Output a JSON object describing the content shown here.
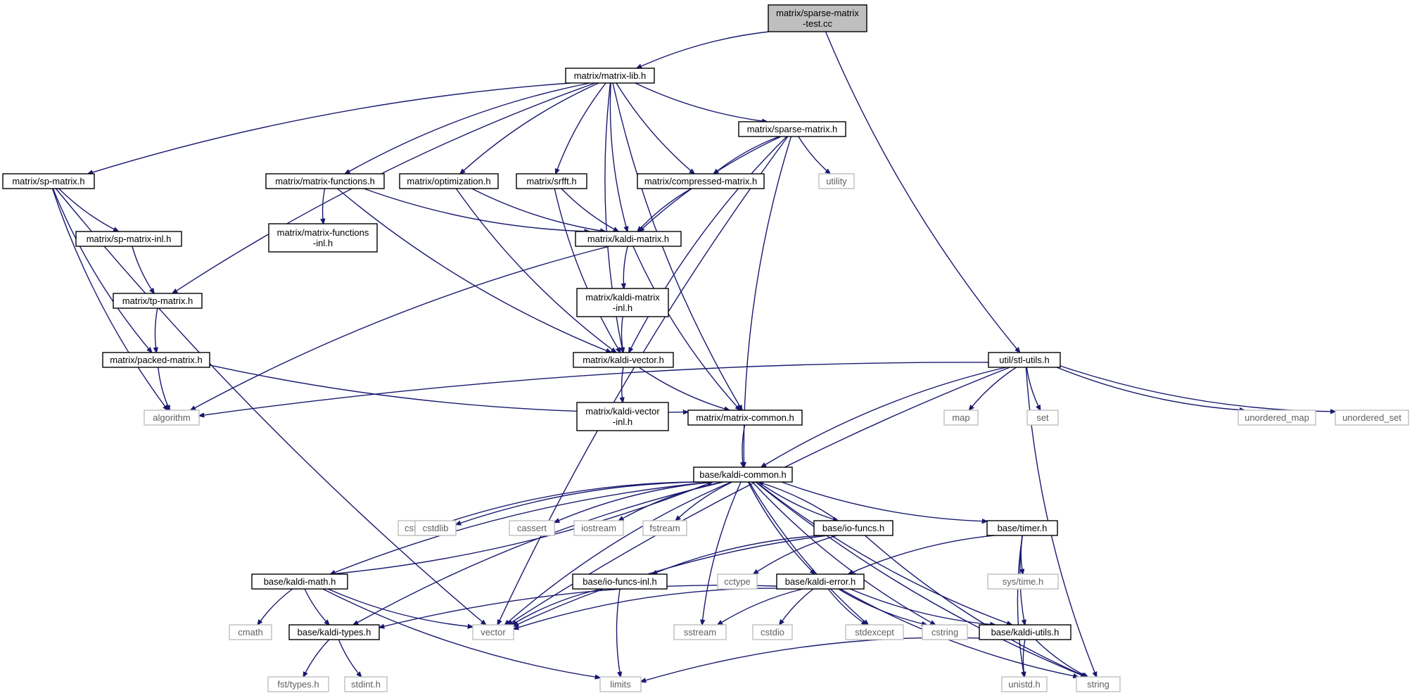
{
  "graph": {
    "colors": {
      "edge": "#191970",
      "root_fill": "#bfbfbf",
      "project_border": "#000000",
      "system_border": "#bfbfbf"
    },
    "nodes": [
      {
        "id": "root",
        "kind": "root",
        "lines": [
          "matrix/sparse-matrix",
          "-test.cc"
        ]
      },
      {
        "id": "matrix_lib",
        "kind": "proj",
        "lines": [
          "matrix/matrix-lib.h"
        ]
      },
      {
        "id": "sparse_matrix",
        "kind": "proj",
        "lines": [
          "matrix/sparse-matrix.h"
        ]
      },
      {
        "id": "sp_matrix",
        "kind": "proj",
        "lines": [
          "matrix/sp-matrix.h"
        ]
      },
      {
        "id": "matrix_functions",
        "kind": "proj",
        "lines": [
          "matrix/matrix-functions.h"
        ]
      },
      {
        "id": "optimization",
        "kind": "proj",
        "lines": [
          "matrix/optimization.h"
        ]
      },
      {
        "id": "srfft",
        "kind": "proj",
        "lines": [
          "matrix/srfft.h"
        ]
      },
      {
        "id": "compressed_matrix",
        "kind": "proj",
        "lines": [
          "matrix/compressed-matrix.h"
        ]
      },
      {
        "id": "utility",
        "kind": "std",
        "lines": [
          "utility"
        ]
      },
      {
        "id": "sp_matrix_inl",
        "kind": "proj",
        "lines": [
          "matrix/sp-matrix-inl.h"
        ]
      },
      {
        "id": "matrix_functions_inl",
        "kind": "proj",
        "lines": [
          "matrix/matrix-functions",
          "-inl.h"
        ]
      },
      {
        "id": "kaldi_matrix",
        "kind": "proj",
        "lines": [
          "matrix/kaldi-matrix.h"
        ]
      },
      {
        "id": "tp_matrix",
        "kind": "proj",
        "lines": [
          "matrix/tp-matrix.h"
        ]
      },
      {
        "id": "kaldi_matrix_inl",
        "kind": "proj",
        "lines": [
          "matrix/kaldi-matrix",
          "-inl.h"
        ]
      },
      {
        "id": "packed_matrix",
        "kind": "proj",
        "lines": [
          "matrix/packed-matrix.h"
        ]
      },
      {
        "id": "kaldi_vector",
        "kind": "proj",
        "lines": [
          "matrix/kaldi-vector.h"
        ]
      },
      {
        "id": "stl_utils",
        "kind": "proj",
        "lines": [
          "util/stl-utils.h"
        ]
      },
      {
        "id": "algorithm",
        "kind": "std",
        "lines": [
          "algorithm"
        ]
      },
      {
        "id": "kaldi_vector_inl",
        "kind": "proj",
        "lines": [
          "matrix/kaldi-vector",
          "-inl.h"
        ]
      },
      {
        "id": "matrix_common",
        "kind": "proj",
        "lines": [
          "matrix/matrix-common.h"
        ]
      },
      {
        "id": "map",
        "kind": "std",
        "lines": [
          "map"
        ]
      },
      {
        "id": "set",
        "kind": "std",
        "lines": [
          "set"
        ]
      },
      {
        "id": "unordered_map",
        "kind": "std",
        "lines": [
          "unordered_map"
        ]
      },
      {
        "id": "unordered_set",
        "kind": "std",
        "lines": [
          "unordered_set"
        ]
      },
      {
        "id": "kaldi_common",
        "kind": "proj",
        "lines": [
          "base/kaldi-common.h"
        ]
      },
      {
        "id": "cstddef",
        "kind": "std",
        "lines": [
          "cstddef"
        ]
      },
      {
        "id": "cstdlib",
        "kind": "std",
        "lines": [
          "cstdlib"
        ]
      },
      {
        "id": "cassert",
        "kind": "std",
        "lines": [
          "cassert"
        ]
      },
      {
        "id": "iostream",
        "kind": "std",
        "lines": [
          "iostream"
        ]
      },
      {
        "id": "fstream",
        "kind": "std",
        "lines": [
          "fstream"
        ]
      },
      {
        "id": "io_funcs",
        "kind": "proj",
        "lines": [
          "base/io-funcs.h"
        ]
      },
      {
        "id": "timer",
        "kind": "proj",
        "lines": [
          "base/timer.h"
        ]
      },
      {
        "id": "kaldi_math",
        "kind": "proj",
        "lines": [
          "base/kaldi-math.h"
        ]
      },
      {
        "id": "io_funcs_inl",
        "kind": "proj",
        "lines": [
          "base/io-funcs-inl.h"
        ]
      },
      {
        "id": "cctype",
        "kind": "std",
        "lines": [
          "cctype"
        ]
      },
      {
        "id": "kaldi_error",
        "kind": "proj",
        "lines": [
          "base/kaldi-error.h"
        ]
      },
      {
        "id": "sys_time",
        "kind": "std",
        "lines": [
          "sys/time.h"
        ]
      },
      {
        "id": "cmath",
        "kind": "std",
        "lines": [
          "cmath"
        ]
      },
      {
        "id": "kaldi_types",
        "kind": "proj",
        "lines": [
          "base/kaldi-types.h"
        ]
      },
      {
        "id": "vector",
        "kind": "std",
        "lines": [
          "vector"
        ]
      },
      {
        "id": "sstream",
        "kind": "std",
        "lines": [
          "sstream"
        ]
      },
      {
        "id": "cstdio",
        "kind": "std",
        "lines": [
          "cstdio"
        ]
      },
      {
        "id": "stdexcept",
        "kind": "std",
        "lines": [
          "stdexcept"
        ]
      },
      {
        "id": "cstring",
        "kind": "std",
        "lines": [
          "cstring"
        ]
      },
      {
        "id": "kaldi_utils",
        "kind": "proj",
        "lines": [
          "base/kaldi-utils.h"
        ]
      },
      {
        "id": "fst_types",
        "kind": "std",
        "lines": [
          "fst/types.h"
        ]
      },
      {
        "id": "stdint",
        "kind": "std",
        "lines": [
          "stdint.h"
        ]
      },
      {
        "id": "limits",
        "kind": "std",
        "lines": [
          "limits"
        ]
      },
      {
        "id": "unistd",
        "kind": "std",
        "lines": [
          "unistd.h"
        ]
      },
      {
        "id": "string",
        "kind": "std",
        "lines": [
          "string"
        ]
      }
    ],
    "edges": [
      [
        "root",
        "matrix_lib"
      ],
      [
        "root",
        "stl_utils"
      ],
      [
        "matrix_lib",
        "sp_matrix"
      ],
      [
        "matrix_lib",
        "tp_matrix"
      ],
      [
        "matrix_lib",
        "matrix_functions"
      ],
      [
        "matrix_lib",
        "optimization"
      ],
      [
        "matrix_lib",
        "srfft"
      ],
      [
        "matrix_lib",
        "kaldi_matrix"
      ],
      [
        "matrix_lib",
        "compressed_matrix"
      ],
      [
        "matrix_lib",
        "sparse_matrix"
      ],
      [
        "matrix_lib",
        "kaldi_vector"
      ],
      [
        "matrix_lib",
        "matrix_common"
      ],
      [
        "sparse_matrix",
        "vector"
      ],
      [
        "sparse_matrix",
        "compressed_matrix"
      ],
      [
        "sparse_matrix",
        "utility"
      ],
      [
        "sparse_matrix",
        "kaldi_matrix"
      ],
      [
        "sparse_matrix",
        "kaldi_vector"
      ],
      [
        "sparse_matrix",
        "kaldi_common"
      ],
      [
        "sp_matrix",
        "sp_matrix_inl"
      ],
      [
        "sp_matrix",
        "packed_matrix"
      ],
      [
        "sp_matrix",
        "algorithm"
      ],
      [
        "sp_matrix",
        "vector"
      ],
      [
        "sp_matrix_inl",
        "tp_matrix"
      ],
      [
        "tp_matrix",
        "packed_matrix"
      ],
      [
        "packed_matrix",
        "algorithm"
      ],
      [
        "packed_matrix",
        "matrix_common"
      ],
      [
        "matrix_functions",
        "matrix_functions_inl"
      ],
      [
        "matrix_functions",
        "kaldi_matrix"
      ],
      [
        "matrix_functions",
        "kaldi_vector"
      ],
      [
        "optimization",
        "kaldi_matrix"
      ],
      [
        "optimization",
        "kaldi_vector"
      ],
      [
        "srfft",
        "kaldi_matrix"
      ],
      [
        "srfft",
        "kaldi_vector"
      ],
      [
        "compressed_matrix",
        "kaldi_matrix"
      ],
      [
        "kaldi_matrix",
        "kaldi_matrix_inl"
      ],
      [
        "kaldi_matrix",
        "algorithm"
      ],
      [
        "kaldi_matrix",
        "matrix_common"
      ],
      [
        "kaldi_matrix_inl",
        "kaldi_vector"
      ],
      [
        "kaldi_vector",
        "kaldi_vector_inl"
      ],
      [
        "kaldi_vector",
        "matrix_common"
      ],
      [
        "matrix_common",
        "kaldi_common"
      ],
      [
        "stl_utils",
        "algorithm"
      ],
      [
        "stl_utils",
        "map"
      ],
      [
        "stl_utils",
        "set"
      ],
      [
        "stl_utils",
        "unordered_map"
      ],
      [
        "stl_utils",
        "unordered_set"
      ],
      [
        "stl_utils",
        "kaldi_common"
      ],
      [
        "stl_utils",
        "vector"
      ],
      [
        "stl_utils",
        "string"
      ],
      [
        "kaldi_common",
        "cstddef"
      ],
      [
        "kaldi_common",
        "cstdlib"
      ],
      [
        "kaldi_common",
        "cassert"
      ],
      [
        "kaldi_common",
        "iostream"
      ],
      [
        "kaldi_common",
        "fstream"
      ],
      [
        "kaldi_common",
        "vector"
      ],
      [
        "kaldi_common",
        "sstream"
      ],
      [
        "kaldi_common",
        "stdexcept"
      ],
      [
        "kaldi_common",
        "cstring"
      ],
      [
        "kaldi_common",
        "string"
      ],
      [
        "kaldi_common",
        "kaldi_math"
      ],
      [
        "kaldi_common",
        "kaldi_types"
      ],
      [
        "kaldi_common",
        "io_funcs"
      ],
      [
        "kaldi_common",
        "timer"
      ],
      [
        "kaldi_common",
        "kaldi_error"
      ],
      [
        "kaldi_common",
        "kaldi_utils"
      ],
      [
        "io_funcs",
        "kaldi_common"
      ],
      [
        "io_funcs",
        "io_funcs_inl"
      ],
      [
        "io_funcs",
        "cctype"
      ],
      [
        "io_funcs",
        "vector"
      ],
      [
        "io_funcs",
        "string"
      ],
      [
        "io_funcs_inl",
        "vector"
      ],
      [
        "io_funcs_inl",
        "limits"
      ],
      [
        "timer",
        "sys_time"
      ],
      [
        "timer",
        "kaldi_error"
      ],
      [
        "timer",
        "kaldi_utils"
      ],
      [
        "timer",
        "unistd"
      ],
      [
        "kaldi_math",
        "kaldi_common"
      ],
      [
        "kaldi_math",
        "cmath"
      ],
      [
        "kaldi_math",
        "kaldi_types"
      ],
      [
        "kaldi_math",
        "vector"
      ],
      [
        "kaldi_math",
        "limits"
      ],
      [
        "kaldi_error",
        "kaldi_types"
      ],
      [
        "kaldi_error",
        "vector"
      ],
      [
        "kaldi_error",
        "sstream"
      ],
      [
        "kaldi_error",
        "cstdio"
      ],
      [
        "kaldi_error",
        "stdexcept"
      ],
      [
        "kaldi_error",
        "cstring"
      ],
      [
        "kaldi_error",
        "kaldi_utils"
      ],
      [
        "kaldi_error",
        "string"
      ],
      [
        "kaldi_types",
        "fst_types"
      ],
      [
        "kaldi_types",
        "stdint"
      ],
      [
        "kaldi_utils",
        "limits"
      ],
      [
        "kaldi_utils",
        "unistd"
      ],
      [
        "kaldi_utils",
        "string"
      ]
    ]
  }
}
